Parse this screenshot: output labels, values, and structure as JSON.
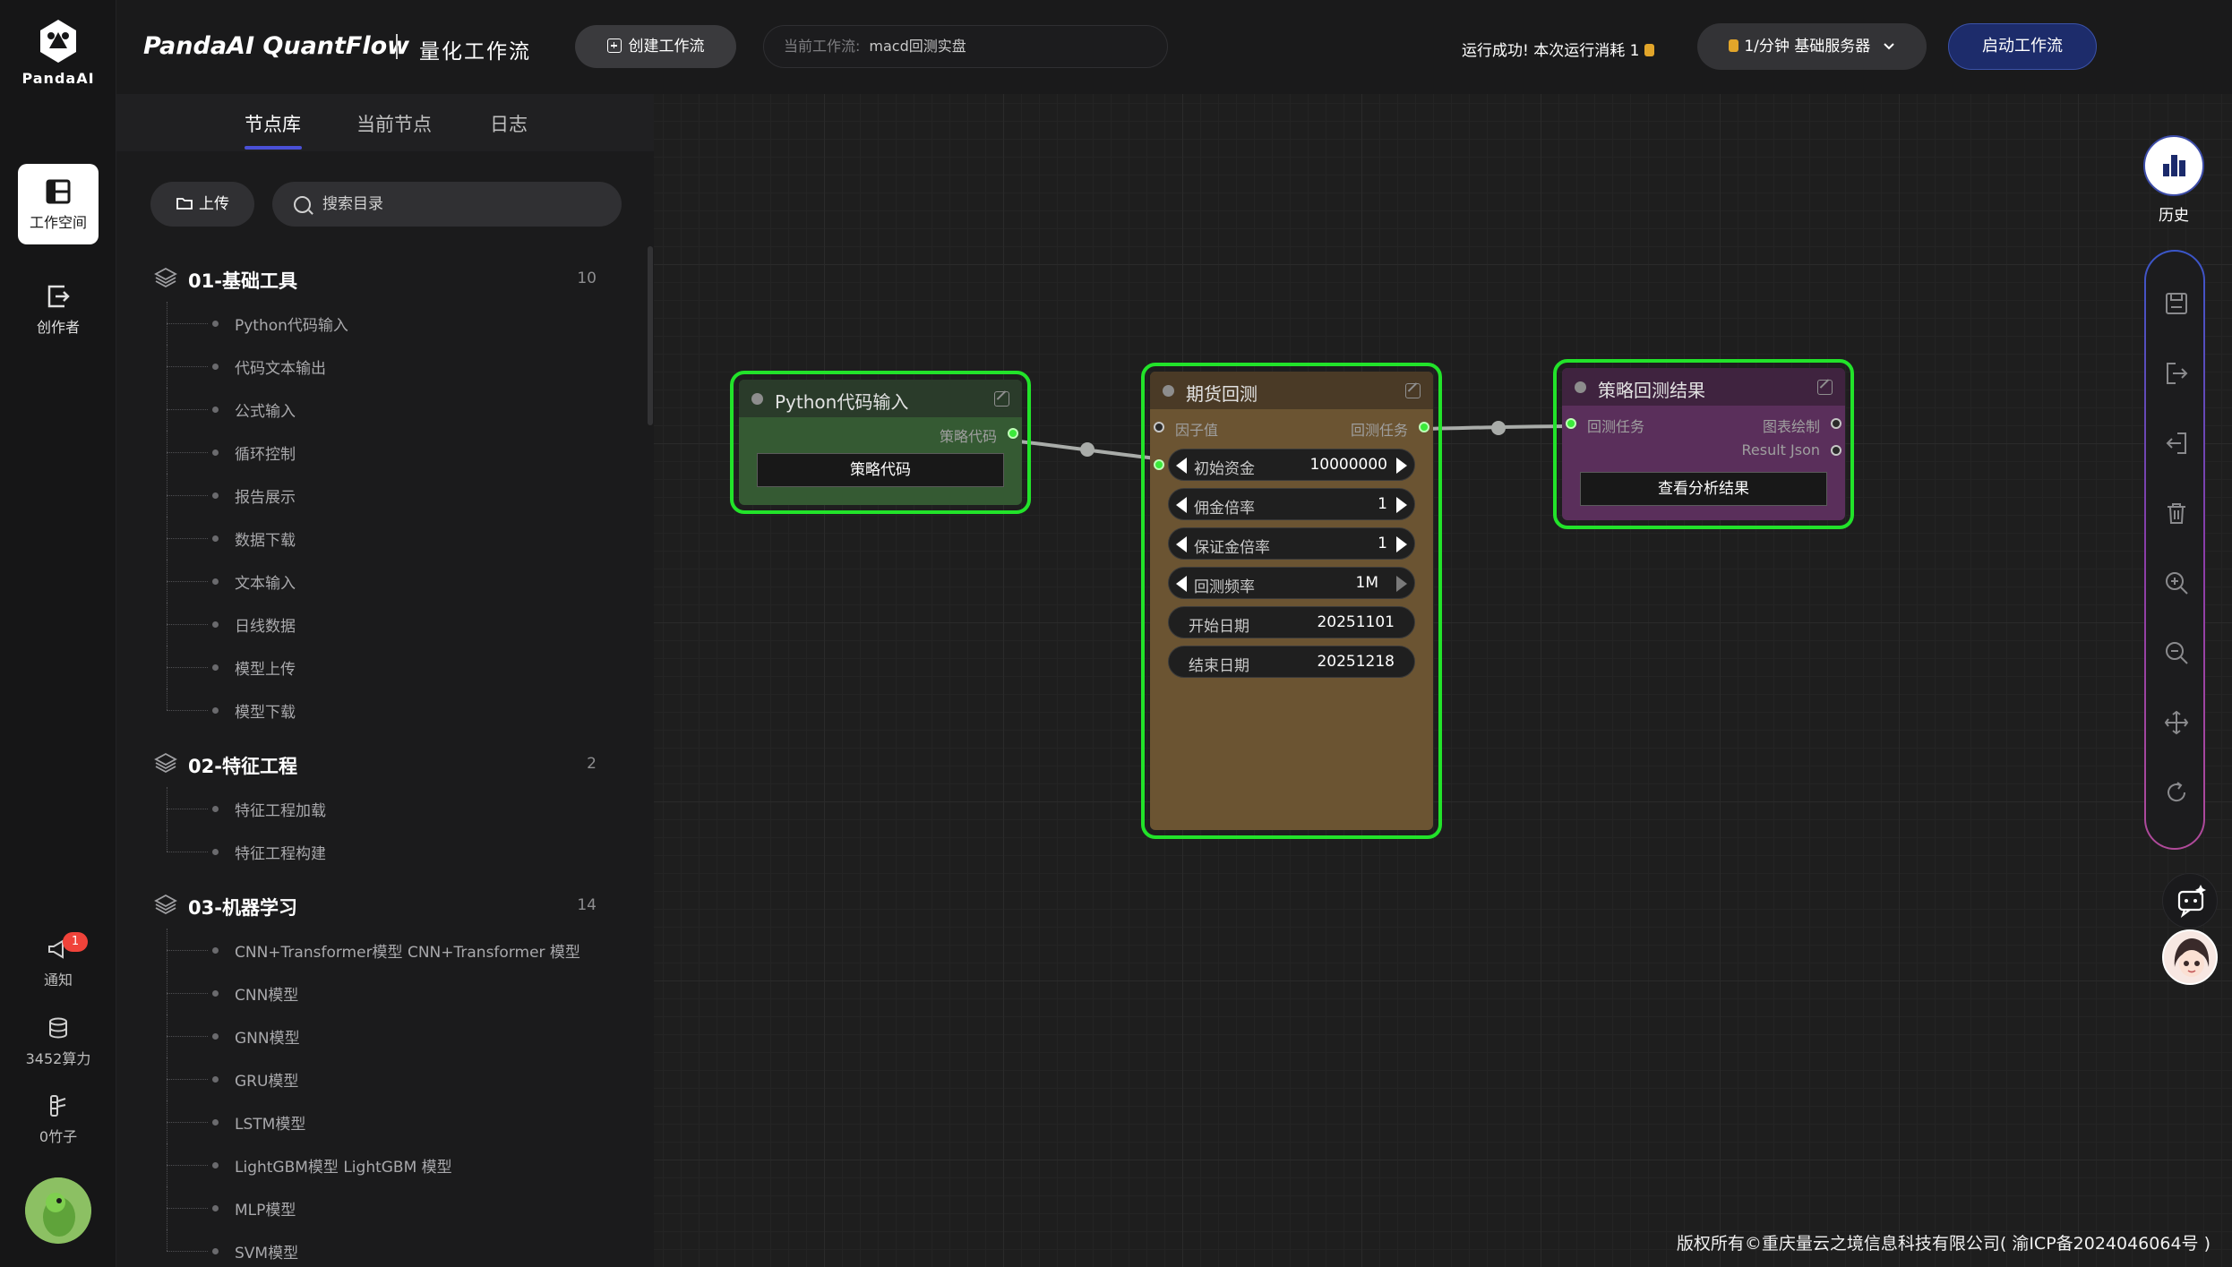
{
  "app": {
    "logo_text": "PandaAI",
    "brand": "PandaAI QuantFlow",
    "subtitle": "量化工作流"
  },
  "rail": {
    "workspace_label": "工作空间",
    "creator_label": "创作者",
    "notify_label": "通知",
    "notify_count": "1",
    "compute_label": "3452算力",
    "bamboo_label": "0竹子"
  },
  "topbar": {
    "create_label": "创建工作流",
    "current_workflow_key": "当前工作流:",
    "current_workflow_value": "macd回测实盘",
    "run_status": "运行成功!  本次运行消耗 1",
    "server_label": "1/分钟  基础服务器",
    "start_label": "启动工作流"
  },
  "panel": {
    "tabs": [
      "节点库",
      "当前节点",
      "日志"
    ],
    "upload_label": "上传",
    "search_placeholder": "搜索目录",
    "groups": [
      {
        "name": "01-基础工具",
        "count": "10",
        "items": [
          "Python代码输入",
          "代码文本输出",
          "公式输入",
          "循环控制",
          "报告展示",
          "数据下载",
          "文本输入",
          "日线数据",
          "模型上传",
          "模型下载"
        ]
      },
      {
        "name": "02-特征工程",
        "count": "2",
        "items": [
          "特征工程加载",
          "特征工程构建"
        ]
      },
      {
        "name": "03-机器学习",
        "count": "14",
        "items": [
          "CNN+Transformer模型   CNN+Transformer 模型",
          "CNN模型",
          "GNN模型",
          "GRU模型",
          "LSTM模型",
          "LightGBM模型   LightGBM 模型",
          "MLP模型",
          "SVM模型"
        ]
      }
    ]
  },
  "nodes": {
    "python": {
      "title": "Python代码输入",
      "output_label": "策略代码",
      "button": "策略代码",
      "color": "#355a33"
    },
    "backtest": {
      "title": "期货回测",
      "input_label": "因子值",
      "output_label": "回测任务",
      "params": [
        {
          "key": "初始资金",
          "value": "10000000"
        },
        {
          "key": "佣金倍率",
          "value": "1"
        },
        {
          "key": "保证金倍率",
          "value": "1"
        },
        {
          "key": "回测频率",
          "value": "1M"
        }
      ],
      "dates": [
        {
          "key": "开始日期",
          "value": "20251101"
        },
        {
          "key": "结束日期",
          "value": "20251218"
        }
      ],
      "color": "#6b5432"
    },
    "result": {
      "title": "策略回测结果",
      "input_label": "回测任务",
      "outputs": [
        "图表绘制",
        "Result Json"
      ],
      "button": "查看分析结果",
      "color": "#5a2f5b"
    }
  },
  "toolbar": {
    "history_label": "历史"
  },
  "footer": "版权所有©重庆量云之境信息科技有限公司( 渝ICP备2024046064号 )"
}
